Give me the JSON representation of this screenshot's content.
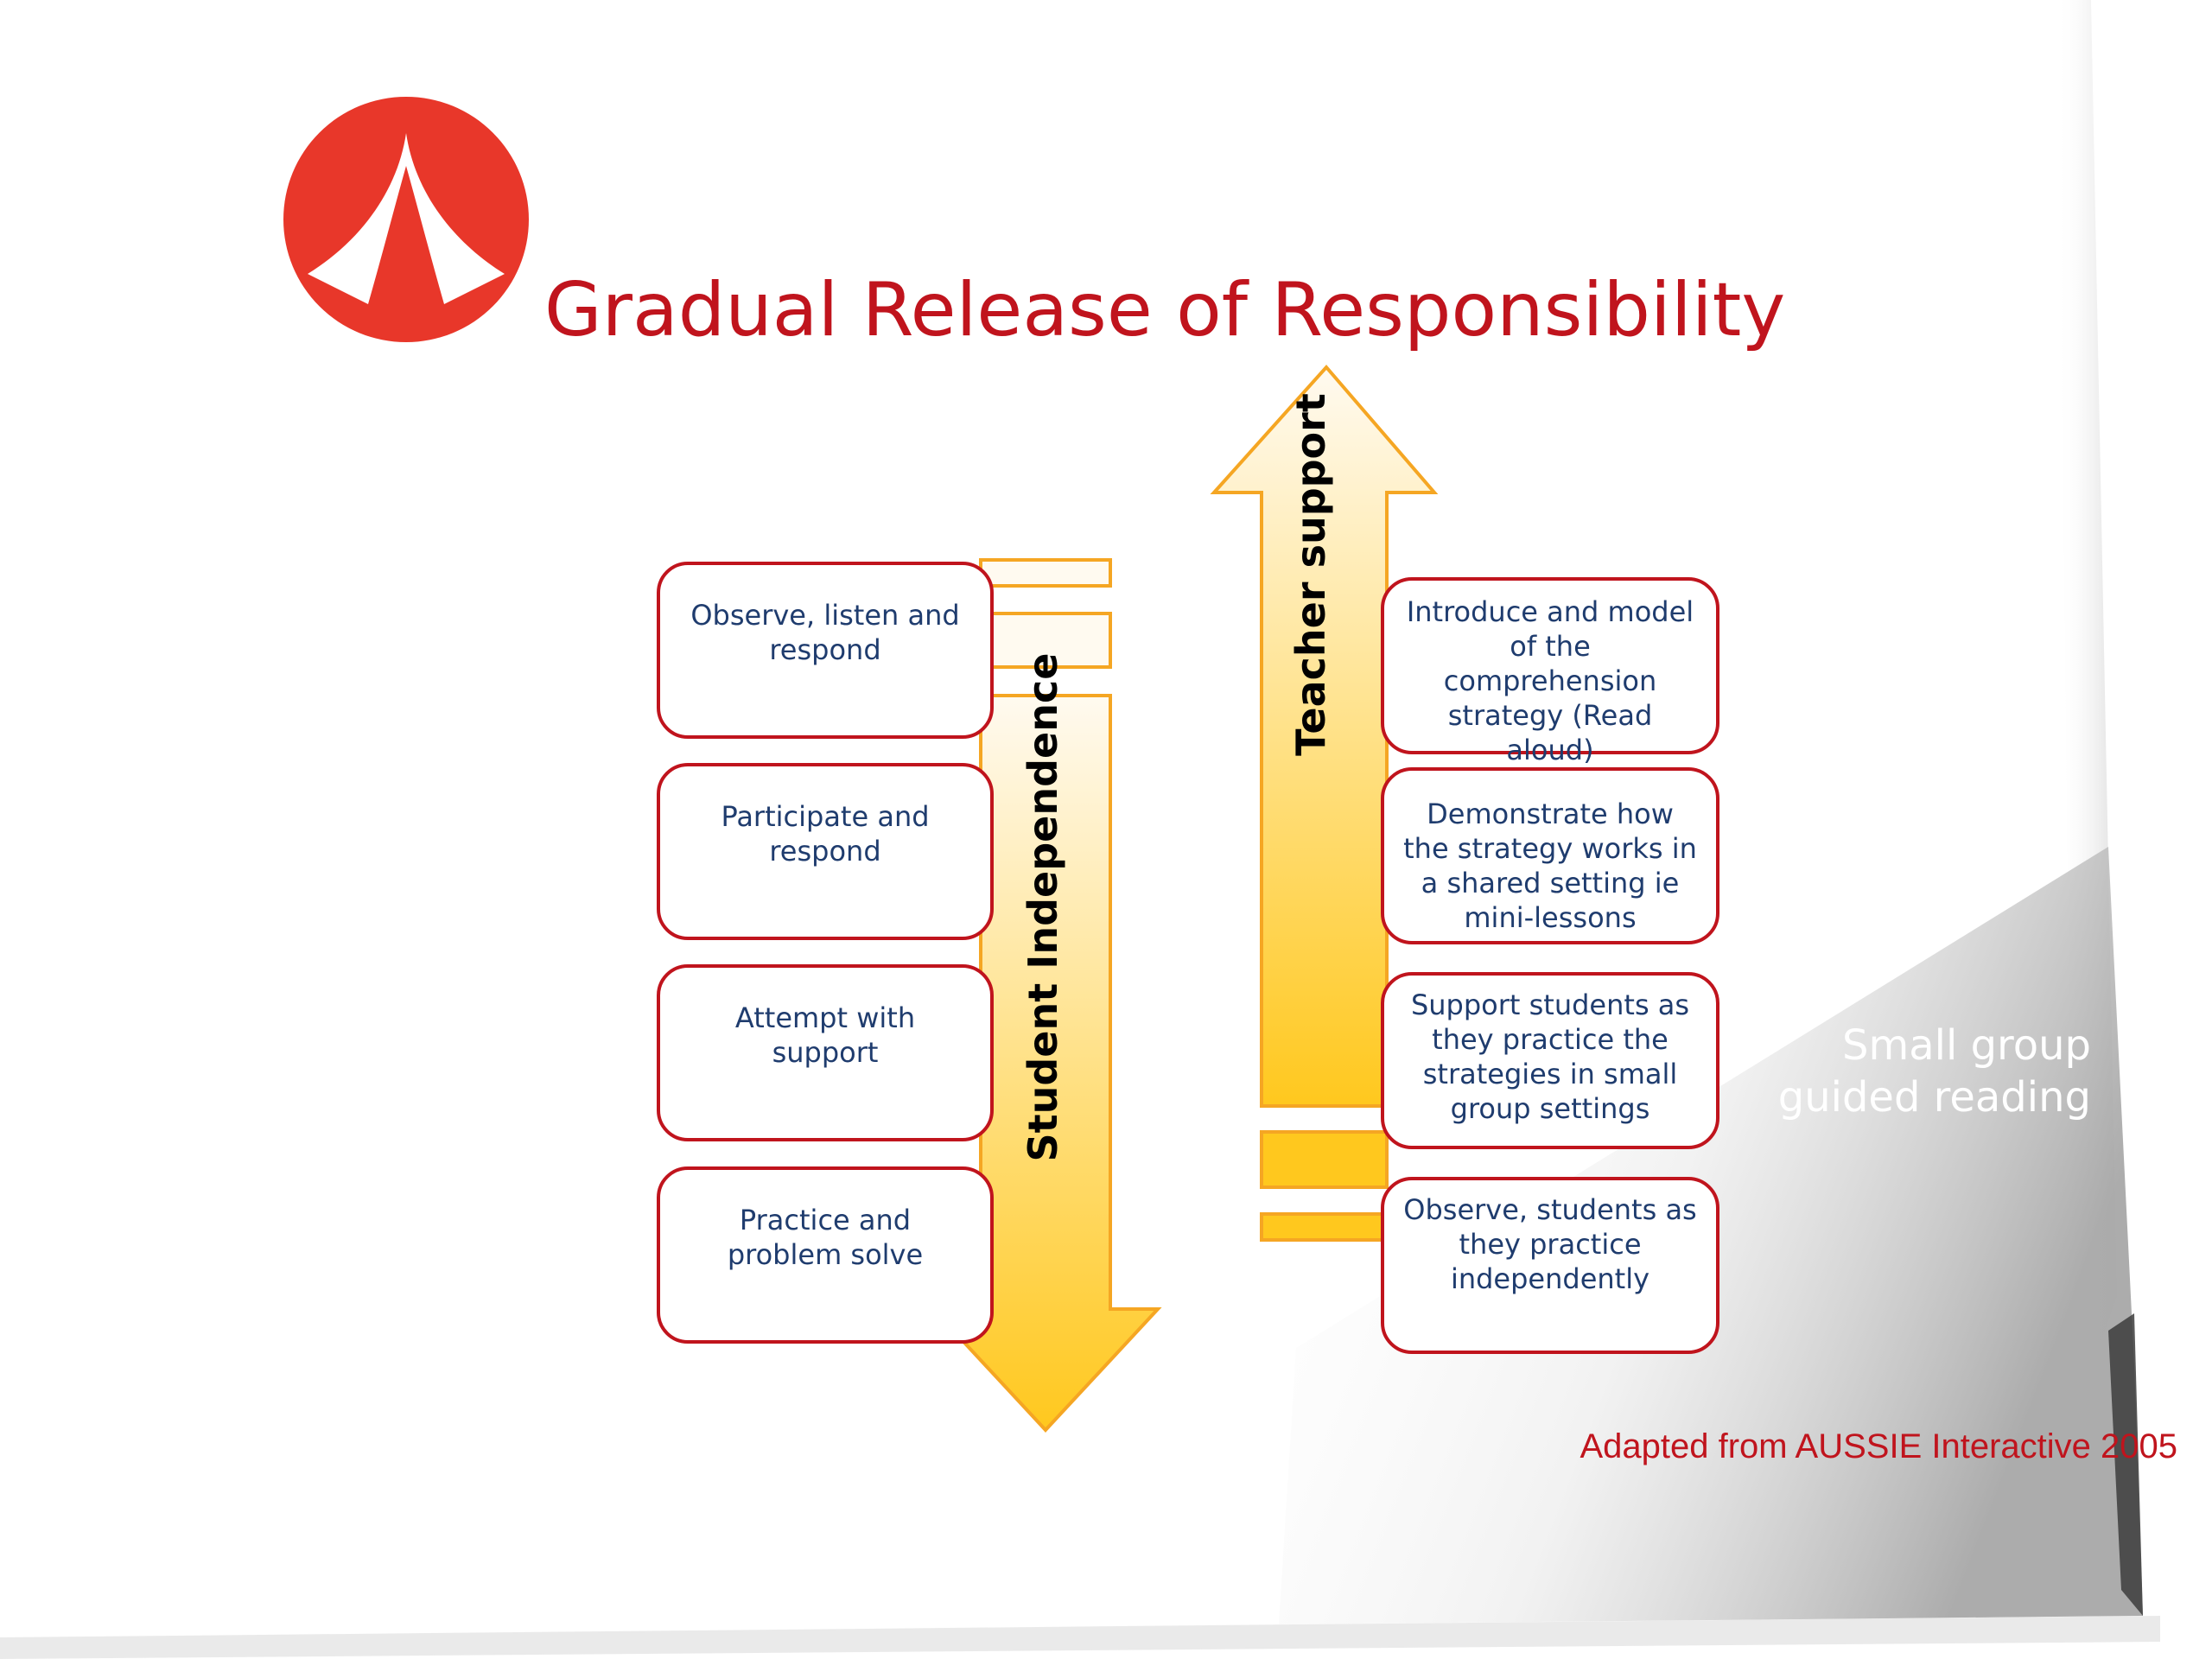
{
  "title": "Gradual Release of Responsibility",
  "logo": {
    "icon": "tent-logo-icon",
    "color": "#e8372a"
  },
  "student_arrow": {
    "label": "Student Independence",
    "steps": [
      "Observe, listen and respond",
      "Participate and respond",
      "Attempt with support",
      "Practice and problem solve"
    ]
  },
  "teacher_arrow": {
    "label": "Teacher support",
    "steps": [
      "Introduce and model of the comprehension strategy (Read aloud)",
      "Demonstrate how the strategy works in a shared setting ie mini-lessons",
      "Support students as they practice the strategies in small group settings",
      "Observe, students as they practice independently"
    ]
  },
  "side_note": "Small group guided reading",
  "credit": "Adapted from AUSSIE Interactive 2005",
  "colors": {
    "title_red": "#c0141d",
    "box_border": "#c0141d",
    "box_text": "#1f3c6e",
    "arrow_outline": "#f5a623",
    "arrow_fill_light": "#fffaf0",
    "arrow_fill_dark": "#ffc81e"
  }
}
